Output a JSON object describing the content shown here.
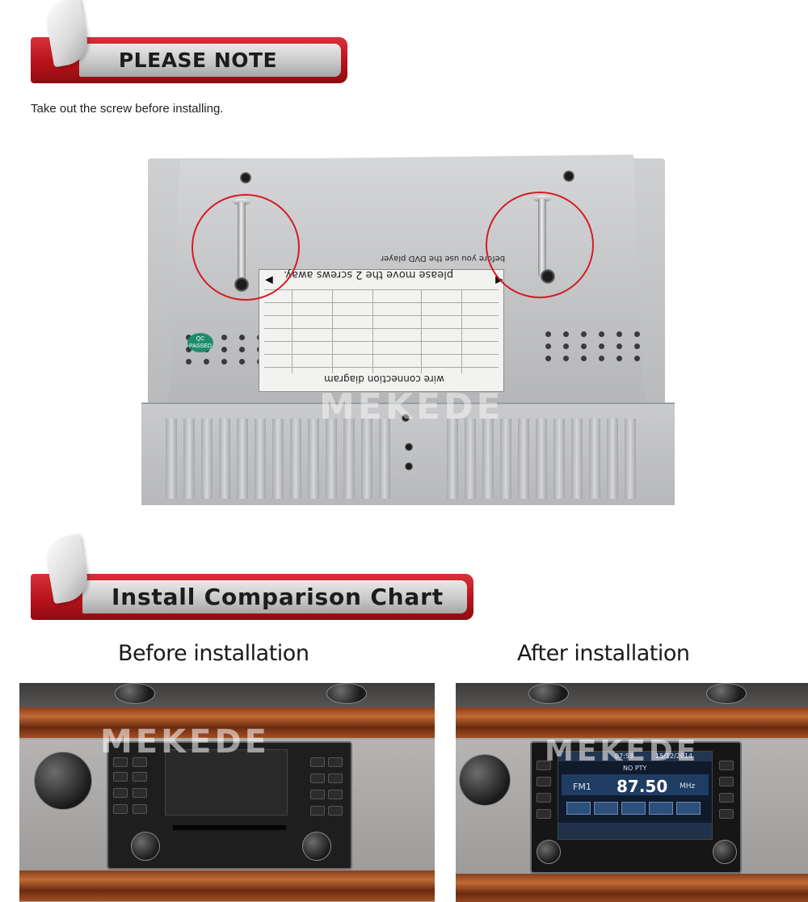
{
  "section1": {
    "banner_title": "PLEASE NOTE",
    "caption": "Take out the screw before installing."
  },
  "product": {
    "sticker_line1": "please move the 2 screws away.",
    "sticker_line2": "before you use the DVD player",
    "sticker_footer": "wire connection diagram",
    "qc_top": "QC",
    "qc_bottom": "PASSED",
    "watermark": "MEKEDE"
  },
  "section2": {
    "banner_title": "Install Comparison Chart",
    "before_label": "Before installation",
    "after_label": "After installation",
    "photo_watermark": "MEKEDE"
  },
  "radio": {
    "band": "FM1",
    "frequency": "87.50",
    "unit": "MHz",
    "time": "07:53",
    "date": "15/12/2014",
    "rds": "NO PTY"
  },
  "colors": {
    "banner_red": "#c01a22",
    "banner_grey": "#c9c9c9",
    "mark_red": "#d41c22"
  }
}
